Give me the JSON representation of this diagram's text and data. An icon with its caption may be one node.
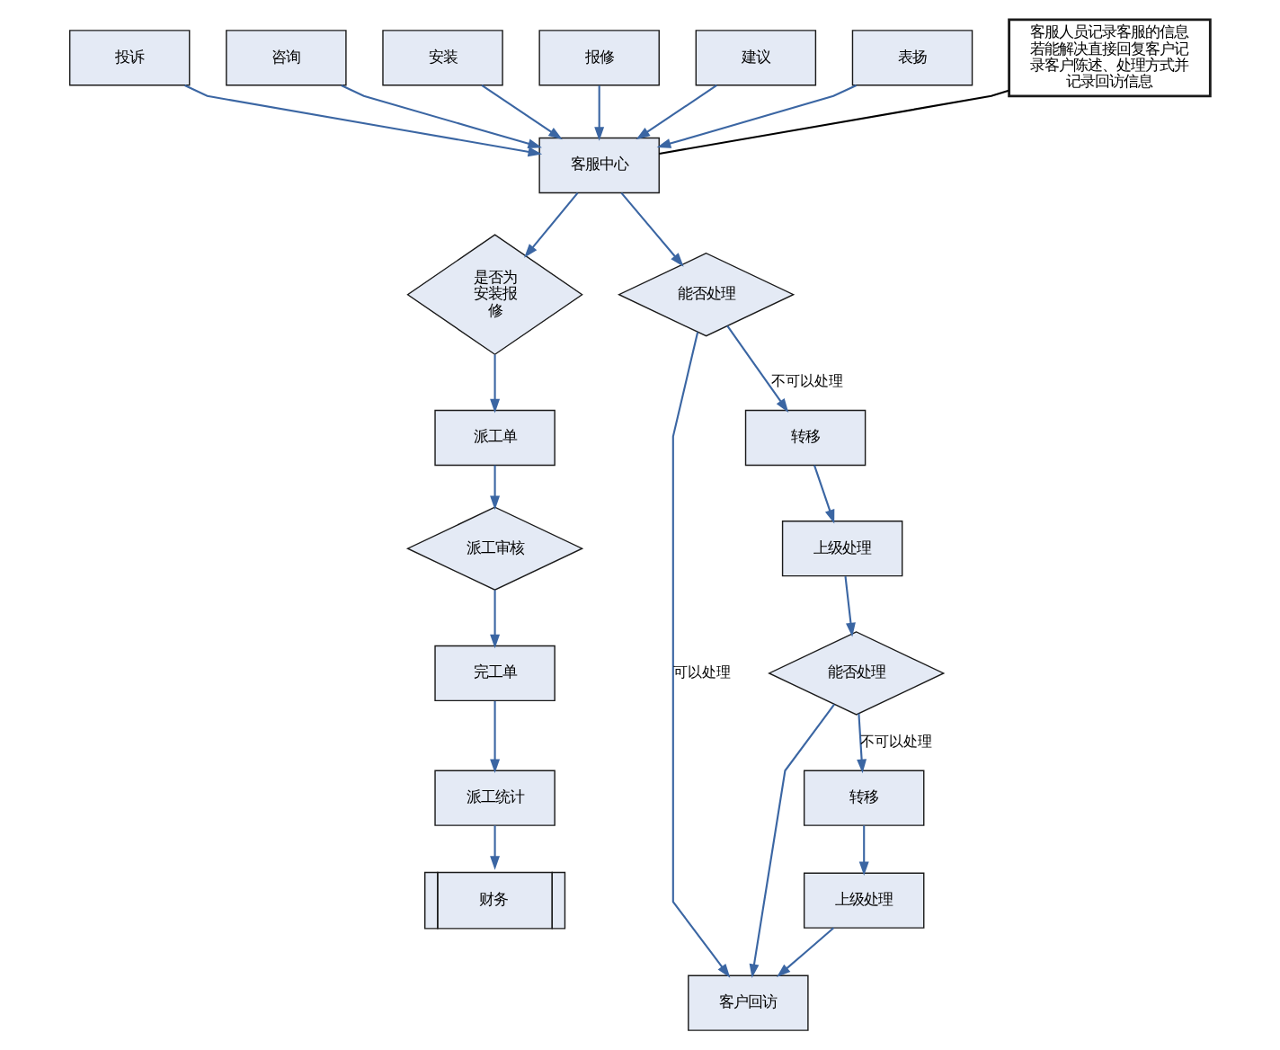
{
  "diagram": {
    "nodes": [
      {
        "text": [
          "投诉"
        ]
      },
      {
        "text": [
          "咨询"
        ]
      },
      {
        "text": [
          "安装"
        ]
      },
      {
        "text": [
          "报修"
        ]
      },
      {
        "text": [
          "建议"
        ]
      },
      {
        "text": [
          "表扬"
        ]
      },
      {
        "text": [
          "客服中心"
        ]
      },
      {
        "text": [
          "客服人员记录客服的信息若能解决直接回复客户记录客户陈述、处理方式并记录回访信息"
        ]
      },
      {
        "text": [
          "是否为安装报修"
        ]
      },
      {
        "text": [
          "能否处理"
        ]
      },
      {
        "text": [
          "客户回访"
        ]
      },
      {
        "text": [
          "能否处理"
        ]
      },
      {
        "text": [
          "转移"
        ]
      },
      {
        "text": [
          "上级处理"
        ]
      },
      {
        "text": [
          "转移"
        ]
      },
      {
        "text": [
          "上级处理"
        ]
      },
      {
        "text": [
          "派工单"
        ]
      },
      {
        "text": [
          "派工审核"
        ]
      },
      {
        "text": [
          "完工单"
        ]
      },
      {
        "text": [
          "派工统计"
        ]
      },
      {
        "text": [
          "财务"
        ]
      }
    ],
    "edges": [
      {
        "from": 0,
        "to": 6,
        "arrow": "to"
      },
      {
        "from": 1,
        "to": 6,
        "arrow": "to"
      },
      {
        "from": 2,
        "to": 6,
        "arrow": "to"
      },
      {
        "from": 3,
        "to": 6,
        "arrow": "to"
      },
      {
        "from": 4,
        "to": 6,
        "arrow": "to"
      },
      {
        "from": 5,
        "to": 6,
        "arrow": "to"
      },
      {
        "from": 7,
        "to": 6,
        "arrow": "none",
        "color": "#000000"
      },
      {
        "from": 6,
        "to": 8,
        "arrow": "to"
      },
      {
        "from": 6,
        "to": 9,
        "arrow": "to"
      },
      {
        "from": 9,
        "to": 10,
        "arrow": "to",
        "label": "可以处理"
      },
      {
        "from": 9,
        "to": 12,
        "arrow": "to",
        "label": "不可以处理"
      },
      {
        "from": 12,
        "to": 13,
        "arrow": "to"
      },
      {
        "from": 13,
        "to": 11,
        "arrow": "to"
      },
      {
        "from": 11,
        "to": 10,
        "arrow": "to"
      },
      {
        "from": 11,
        "to": 14,
        "arrow": "to",
        "label": "不可以处理"
      },
      {
        "from": 14,
        "to": 15,
        "arrow": "to"
      },
      {
        "from": 15,
        "to": 10,
        "arrow": "to"
      },
      {
        "from": 8,
        "to": 16,
        "arrow": "to"
      },
      {
        "from": 16,
        "to": 17,
        "arrow": "to"
      },
      {
        "from": 17,
        "to": 18,
        "arrow": "to"
      },
      {
        "from": 18,
        "to": 19,
        "arrow": "to"
      },
      {
        "from": 19,
        "to": 20,
        "arrow": "to"
      }
    ]
  }
}
